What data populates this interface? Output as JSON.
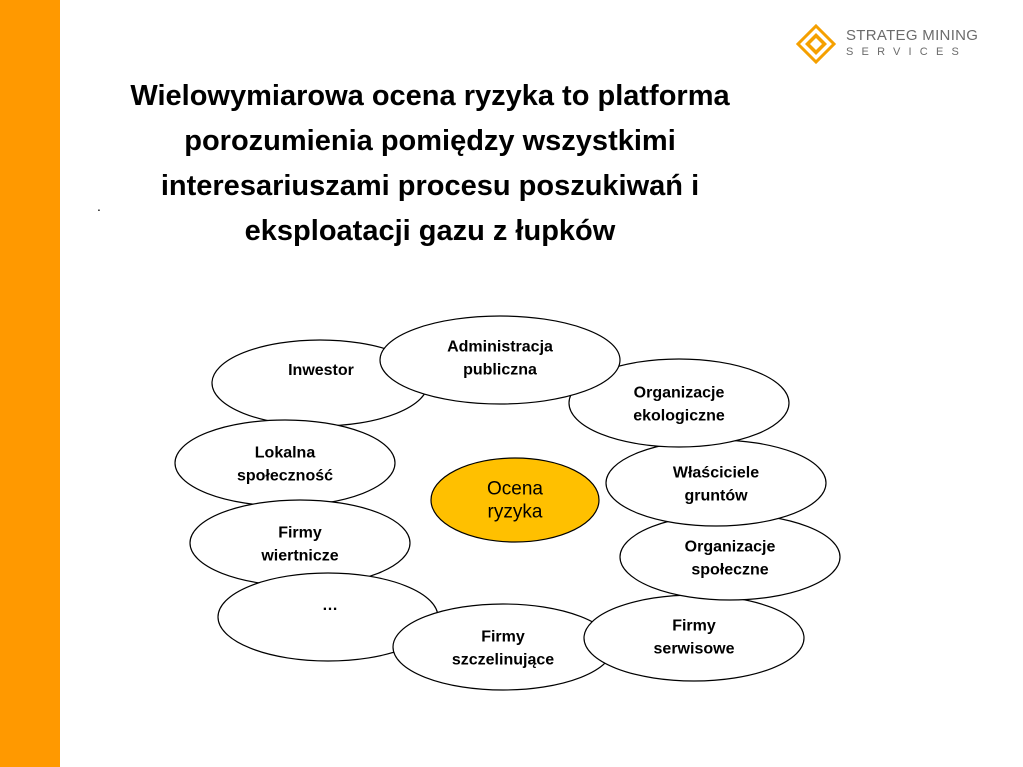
{
  "logo": {
    "name": "STRATEG MINING",
    "sub": "SERVICES",
    "accent": "#f5a000"
  },
  "title": "Wielowymiarowa ocena ryzyka to platforma porozumienia pomiędzy wszystkimi interesariuszami procesu poszukiwań i eksploatacji gazu z łupków",
  "bullet": ".",
  "colors": {
    "sidebar": "#ff9900",
    "center_fill": "#ffc000",
    "node_fill": "#ffffff",
    "stroke": "#000000"
  },
  "diagram": {
    "center": {
      "lines": [
        "Ocena",
        "ryzyka"
      ]
    },
    "nodes": [
      {
        "id": "inwestor",
        "lines": [
          "Inwestor"
        ]
      },
      {
        "id": "lokalna",
        "lines": [
          "Lokalna",
          "społeczność"
        ]
      },
      {
        "id": "wiertnicze",
        "lines": [
          "Firmy",
          "wiertnicze"
        ]
      },
      {
        "id": "ellipsis",
        "lines": [
          "…"
        ]
      },
      {
        "id": "szczelinujace",
        "lines": [
          "Firmy",
          "szczelinujące"
        ]
      },
      {
        "id": "serwisowe",
        "lines": [
          "Firmy",
          "serwisowe"
        ]
      },
      {
        "id": "spoleczne",
        "lines": [
          "Organizacje",
          "społeczne"
        ]
      },
      {
        "id": "wlasciciele",
        "lines": [
          "Właściciele",
          "gruntów"
        ]
      },
      {
        "id": "ekologiczne",
        "lines": [
          "Organizacje",
          "ekologiczne"
        ]
      },
      {
        "id": "administracja",
        "lines": [
          "Administracja",
          "publiczna"
        ]
      }
    ]
  }
}
